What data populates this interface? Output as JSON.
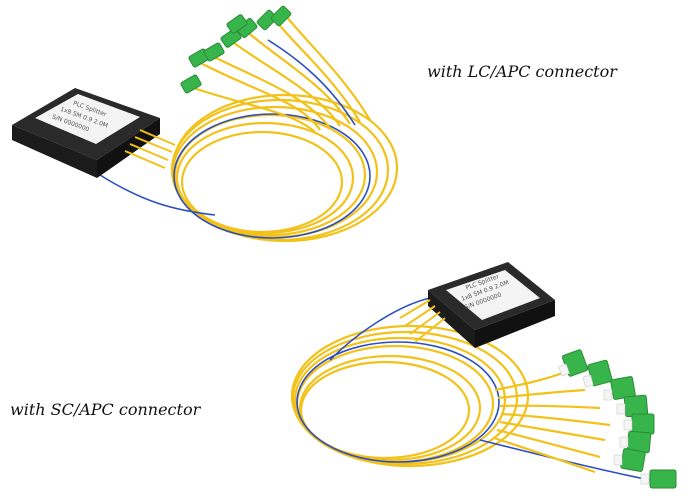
{
  "captions": {
    "lc": "with LC/APC connector",
    "sc": "with SC/APC connector"
  },
  "modules": {
    "lc": {
      "line1": "PLC Splitter",
      "line2": "1x8 SM 0.9 2.0M",
      "line3": "S/N 0000000"
    },
    "sc": {
      "line1": "PLC Splitter",
      "line2": "1x8 SM 0.9 2.0M",
      "line3": "S/N 0000000"
    }
  },
  "colors": {
    "fiber_yellow": "#f2c21a",
    "fiber_blue": "#2b4fc0",
    "connector_green": "#37b54a",
    "module_black": "#1b1b1b",
    "label_white": "#f4f4f4"
  },
  "icons": {
    "lc_splitter": "plc-splitter-lc-apc-photo",
    "sc_splitter": "plc-splitter-sc-apc-photo"
  }
}
